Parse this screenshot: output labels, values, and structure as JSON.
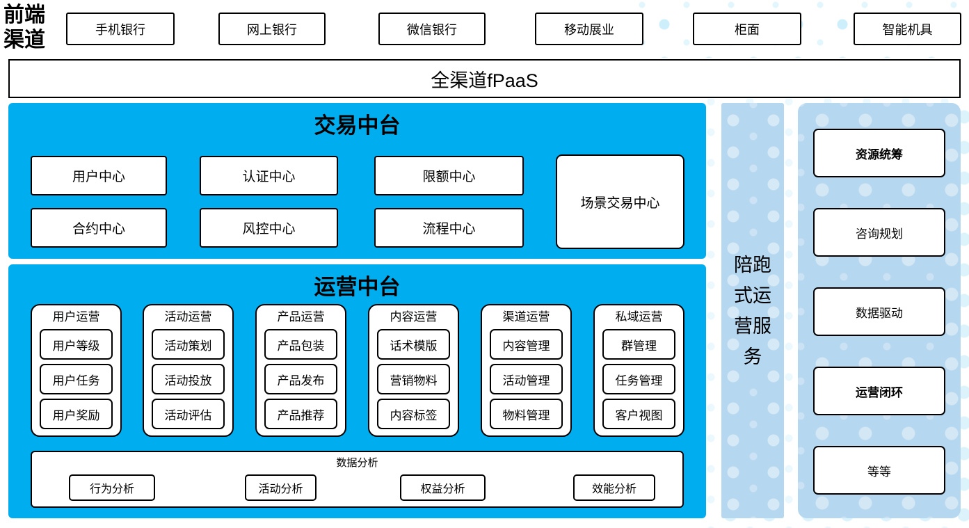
{
  "front": {
    "label": "前端渠道",
    "channels": [
      "手机银行",
      "网上银行",
      "微信银行",
      "移动展业",
      "柜面",
      "智能机具"
    ]
  },
  "fpaas_label": "全渠道fPaaS",
  "trade": {
    "title": "交易中台",
    "centers": [
      "用户中心",
      "认证中心",
      "限额中心",
      "合约中心",
      "风控中心",
      "流程中心"
    ],
    "scene_center": "场景交易中心"
  },
  "ops": {
    "title": "运营中台",
    "columns": [
      {
        "header": "用户运营",
        "items": [
          "用户等级",
          "用户任务",
          "用户奖励"
        ]
      },
      {
        "header": "活动运营",
        "items": [
          "活动策划",
          "活动投放",
          "活动评估"
        ]
      },
      {
        "header": "产品运营",
        "items": [
          "产品包装",
          "产品发布",
          "产品推荐"
        ]
      },
      {
        "header": "内容运营",
        "items": [
          "话术模版",
          "营销物料",
          "内容标签"
        ]
      },
      {
        "header": "渠道运营",
        "items": [
          "内容管理",
          "活动管理",
          "物料管理"
        ]
      },
      {
        "header": "私域运营",
        "items": [
          "群管理",
          "任务管理",
          "客户视图"
        ]
      }
    ],
    "analysis": {
      "header": "数据分析",
      "items": [
        "行为分析",
        "活动分析",
        "权益分析",
        "效能分析"
      ]
    }
  },
  "side": {
    "service": "陪跑式运营服务",
    "items": [
      "资源统筹",
      "咨询规划",
      "数据驱动",
      "运营闭环",
      "等等"
    ]
  },
  "colors": {
    "primary_blue": "#00AEEF",
    "light_blue": "#B5D7EF",
    "dot_cyan": "#DDF3FB"
  }
}
